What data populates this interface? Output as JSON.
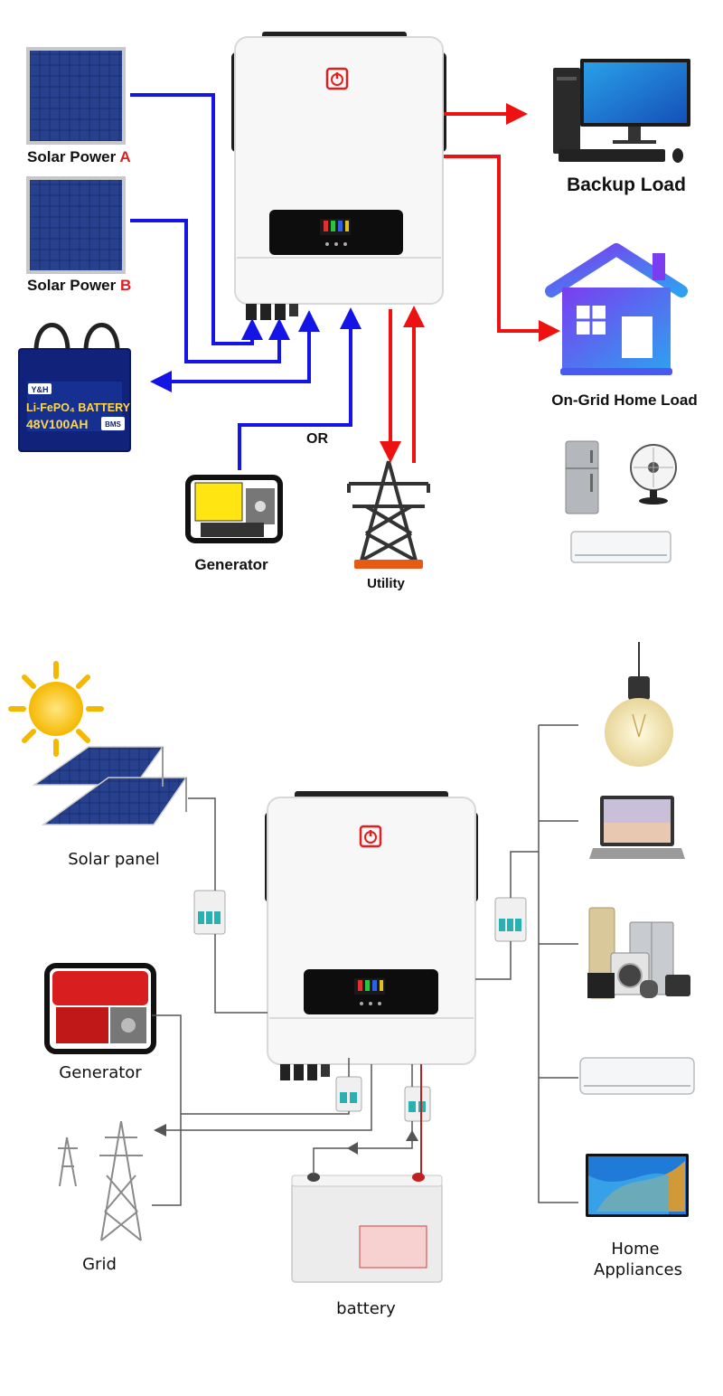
{
  "top_diagram": {
    "solar_a": {
      "label": "Solar Power ",
      "letter": "A"
    },
    "solar_b": {
      "label": "Solar Power ",
      "letter": "B"
    },
    "battery": {
      "brand": "Y&H",
      "type": "Li-FePO₄ BATTERY",
      "spec": "48V100AH",
      "bms": "BMS"
    },
    "generator_label": "Generator",
    "utility_label": "Utility",
    "or_label": "OR",
    "backup_load_label": "Backup Load",
    "home_load_label": "On-Grid Home Load"
  },
  "bottom_diagram": {
    "solar_panel_label": "Solar panel",
    "generator_label": "Generator",
    "grid_label": "Grid",
    "battery_label": "battery",
    "appliances_line1": "Home",
    "appliances_line2": "Appliances"
  },
  "colors": {
    "dc_line": "#1414e6",
    "ac_line": "#ee1111",
    "wire": "#555555",
    "logo_red": "#e02020",
    "house_blue": "#3a6ee8"
  },
  "icons": [
    "power-icon",
    "solar-panel-icon",
    "battery-icon",
    "generator-icon",
    "pylon-icon",
    "desktop-pc-icon",
    "house-icon",
    "fridge-icon",
    "fan-icon",
    "air-conditioner-icon",
    "sun-icon",
    "breaker-icon",
    "light-bulb-icon",
    "laptop-icon",
    "appliances-icon",
    "tv-icon"
  ]
}
